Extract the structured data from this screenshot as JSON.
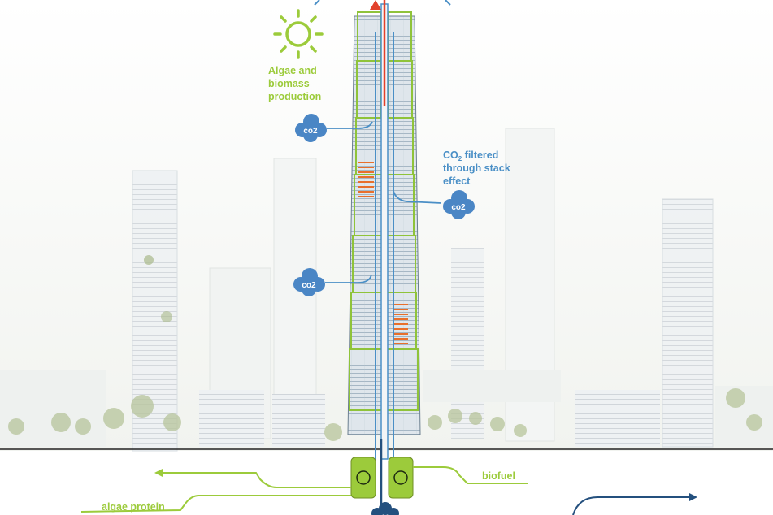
{
  "labels": {
    "algae_line1": "Algae and",
    "algae_line2": "biomass",
    "algae_line3": "production",
    "co2_filter_line1": "CO",
    "co2_filter_sub": "2",
    "co2_filter_line1_rest": " filtered",
    "co2_filter_line2": "through stack",
    "co2_filter_line3": "effect",
    "biofuel": "biofuel",
    "algae_protein": "algae protein"
  },
  "clouds": {
    "text": "co2"
  },
  "colors": {
    "green": "#9ccb3b",
    "blue": "#4a8fc6",
    "dark_blue": "#24507e",
    "red": "#e2412b",
    "orange": "#e86f2c",
    "cloud": "#4a86c5"
  },
  "icons": [
    "sun-icon",
    "cloud-icon",
    "recycle-icon",
    "arrow-icon"
  ]
}
